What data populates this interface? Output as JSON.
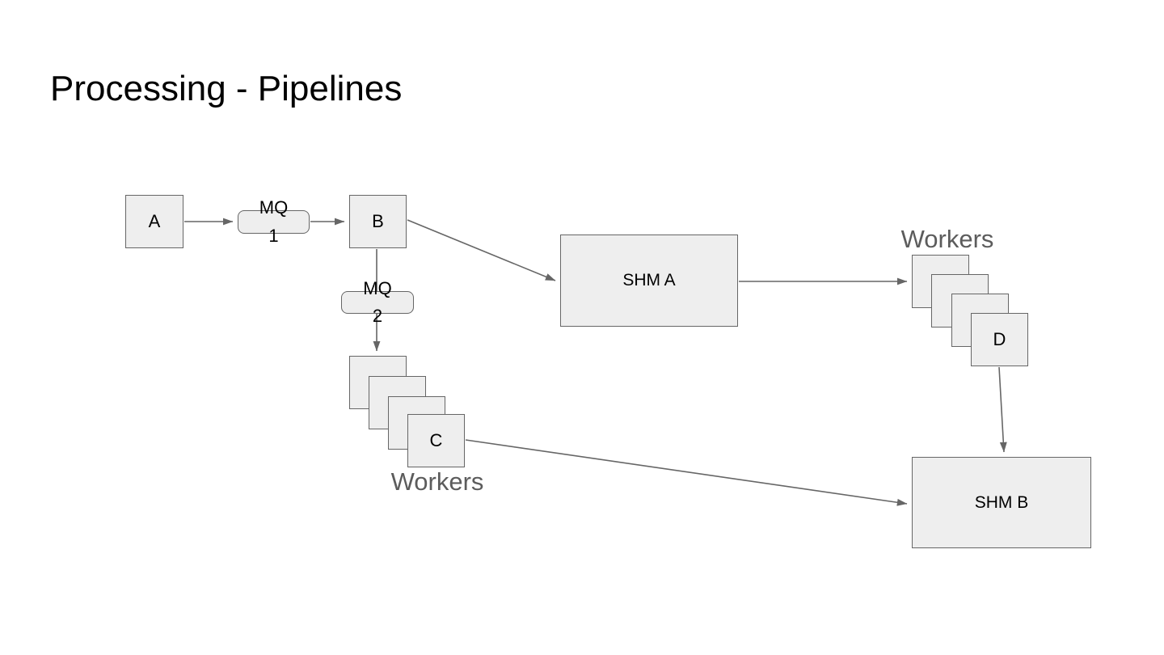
{
  "slide": {
    "title": "Processing - Pipelines",
    "background": "#ffffff"
  },
  "theme": {
    "node_fill": "#eeeeee",
    "node_stroke": "#666666",
    "text_color": "#000000",
    "muted_text_color": "#5c5c5c"
  },
  "nodes": {
    "a": {
      "label": "A"
    },
    "b": {
      "label": "B"
    },
    "mq1": {
      "label_line1": "MQ",
      "label_line2": "1"
    },
    "mq2": {
      "label_line1": "MQ",
      "label_line2": "2"
    },
    "shm_a": {
      "label": "SHM A"
    },
    "shm_b": {
      "label": "SHM B"
    },
    "c_worker": {
      "label": "C"
    },
    "d_worker": {
      "label": "D"
    },
    "workers_label_bottom": {
      "label": "Workers"
    },
    "workers_label_top": {
      "label": "Workers"
    }
  },
  "stacks": {
    "c_stack": {
      "count": 4,
      "front_label": "C"
    },
    "d_stack": {
      "count": 4,
      "front_label": "D"
    }
  },
  "edges": [
    {
      "name": "a-to-mq1",
      "from": "A",
      "to": "MQ 1"
    },
    {
      "name": "mq1-to-b",
      "from": "MQ 1",
      "to": "B"
    },
    {
      "name": "b-to-shm-a",
      "from": "B",
      "to": "SHM A"
    },
    {
      "name": "b-to-mq2-to-c",
      "from": "B",
      "to": "C workers"
    },
    {
      "name": "shm-a-to-d",
      "from": "SHM A",
      "to": "D workers"
    },
    {
      "name": "d-to-shm-b",
      "from": "D",
      "to": "SHM B"
    },
    {
      "name": "c-to-shm-b",
      "from": "C",
      "to": "SHM B"
    }
  ]
}
